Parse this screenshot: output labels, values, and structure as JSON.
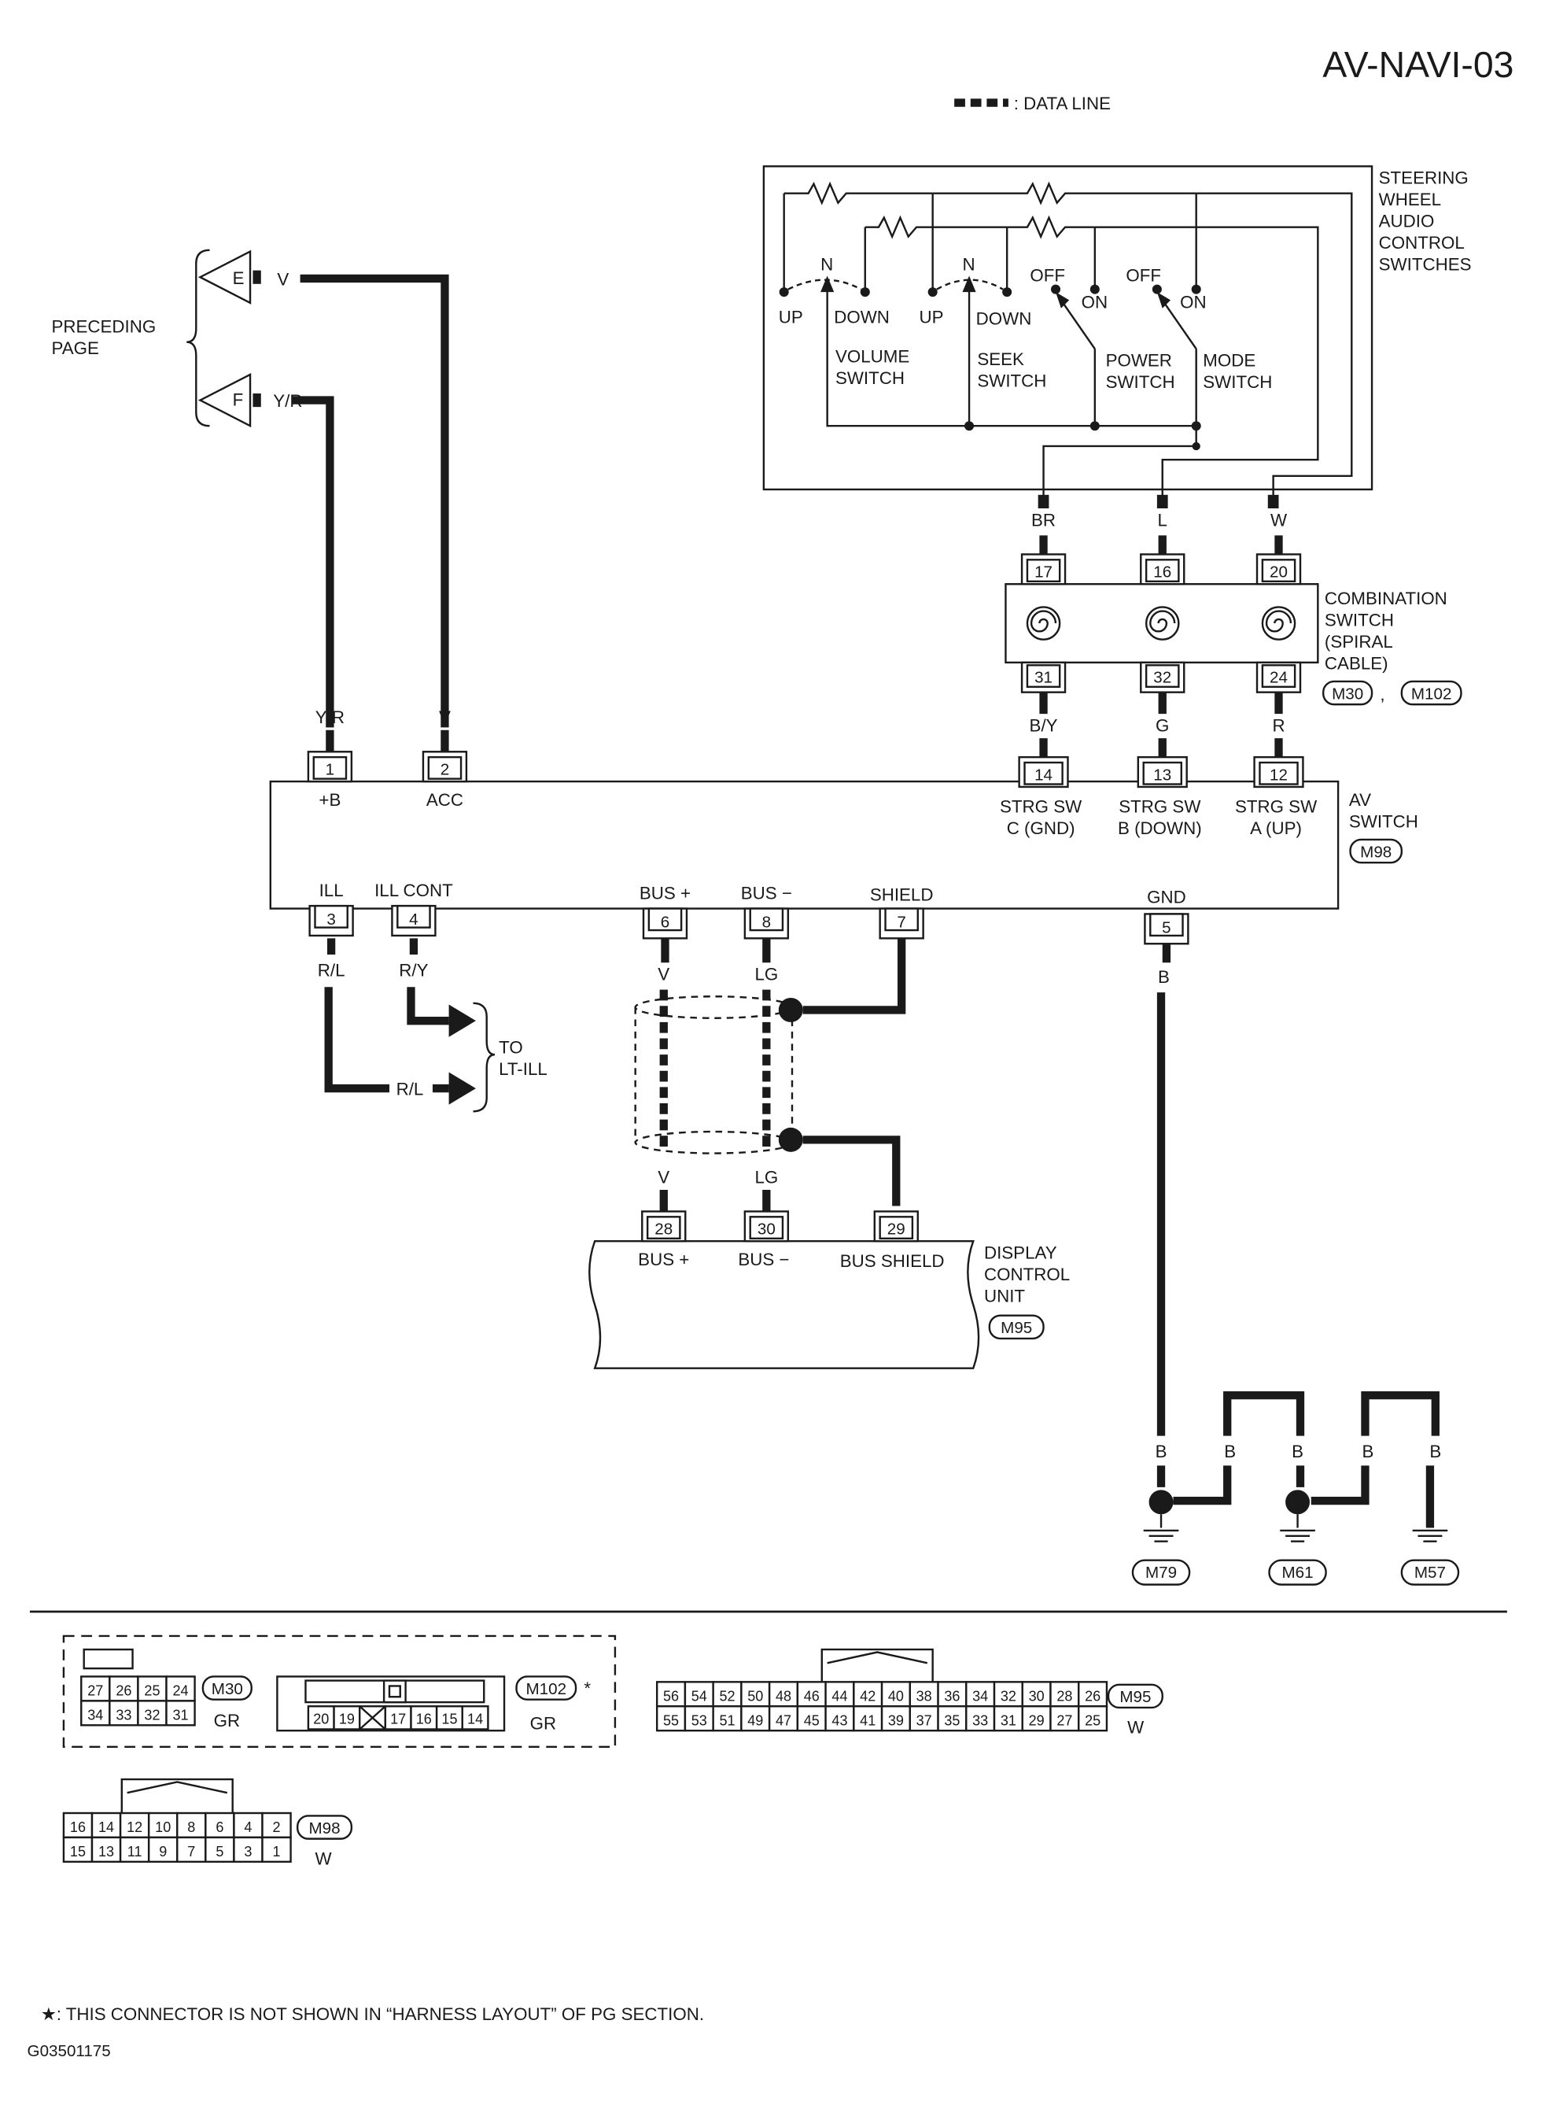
{
  "title": "AV-NAVI-03",
  "legend": {
    "data_line": ": DATA LINE"
  },
  "preceding_page": {
    "label": [
      "PRECEDING",
      "PAGE"
    ],
    "connectors": [
      {
        "letter": "E",
        "color": "V"
      },
      {
        "letter": "F",
        "color": "Y/R"
      }
    ]
  },
  "steering_switch": {
    "title": [
      "STEERING",
      "WHEEL",
      "AUDIO",
      "CONTROL",
      "SWITCHES"
    ],
    "volume": {
      "up": "UP",
      "n": "N",
      "down": "DOWN",
      "name": [
        "VOLUME",
        "SWITCH"
      ]
    },
    "seek": {
      "up": "UP",
      "n": "N",
      "down": "DOWN",
      "name": [
        "SEEK",
        "SWITCH"
      ]
    },
    "power": {
      "off": "OFF",
      "on": "ON",
      "name": [
        "POWER",
        "SWITCH"
      ]
    },
    "mode": {
      "off": "OFF",
      "on": "ON",
      "name": [
        "MODE",
        "SWITCH"
      ]
    },
    "out_colors": [
      "BR",
      "L",
      "W"
    ]
  },
  "spiral_cable": {
    "name": [
      "COMBINATION",
      "SWITCH",
      "(SPIRAL",
      "CABLE)"
    ],
    "connectors": [
      "M30",
      "M102"
    ],
    "comma": ",",
    "top_pins": [
      "17",
      "16",
      "20"
    ],
    "bottom_pins": [
      "31",
      "32",
      "24"
    ],
    "bottom_colors": [
      "B/Y",
      "G",
      "R"
    ]
  },
  "av_switch": {
    "name": [
      "AV",
      "SWITCH"
    ],
    "connector": "M98",
    "top_pins": [
      {
        "color": "Y/R",
        "pin": "1",
        "label": [
          "+B"
        ]
      },
      {
        "color": "V",
        "pin": "2",
        "label": [
          "ACC"
        ]
      },
      {
        "pin": "14",
        "label": [
          "STRG SW",
          "C (GND)"
        ]
      },
      {
        "pin": "13",
        "label": [
          "STRG SW",
          "B (DOWN)"
        ]
      },
      {
        "pin": "12",
        "label": [
          "STRG SW",
          "A (UP)"
        ]
      }
    ],
    "bottom_pins": [
      {
        "label": "ILL",
        "pin": "3",
        "color": "R/L"
      },
      {
        "label": "ILL CONT",
        "pin": "4",
        "color": "R/Y"
      },
      {
        "label": "BUS +",
        "pin": "6",
        "color": "V"
      },
      {
        "label": "BUS −",
        "pin": "8",
        "color": "LG"
      },
      {
        "label": "SHIELD",
        "pin": "7"
      },
      {
        "label": "GND",
        "pin": "5",
        "color": "B"
      }
    ]
  },
  "to_lt_ill": {
    "label": [
      "TO",
      "LT-ILL"
    ],
    "color": "R/L"
  },
  "display_unit": {
    "name": [
      "DISPLAY",
      "CONTROL",
      "UNIT"
    ],
    "connector": "M95",
    "colors": [
      "V",
      "LG"
    ],
    "pins": [
      {
        "pin": "28",
        "label": "BUS +"
      },
      {
        "pin": "30",
        "label": "BUS −"
      },
      {
        "pin": "29",
        "label": "BUS SHIELD"
      }
    ]
  },
  "grounds": {
    "wire_colors": [
      "B",
      "B",
      "B",
      "B",
      "B"
    ],
    "points": [
      "M79",
      "M61",
      "M57"
    ]
  },
  "connector_faces": {
    "m30": {
      "name": "M30",
      "color": "GR",
      "row1": [
        "27",
        "26",
        "25",
        "24"
      ],
      "row2": [
        "34",
        "33",
        "32",
        "31"
      ]
    },
    "m102": {
      "name": "M102",
      "color": "GR",
      "asterisk": "*",
      "row": [
        "20",
        "19",
        "",
        "17",
        "16",
        "15",
        "14"
      ]
    },
    "m95": {
      "name": "M95",
      "color": "W",
      "row1": [
        "56",
        "54",
        "52",
        "50",
        "48",
        "46",
        "44",
        "42",
        "40",
        "38",
        "36",
        "34",
        "32",
        "30",
        "28",
        "26"
      ],
      "row2": [
        "55",
        "53",
        "51",
        "49",
        "47",
        "45",
        "43",
        "41",
        "39",
        "37",
        "35",
        "33",
        "31",
        "29",
        "27",
        "25"
      ]
    },
    "m98": {
      "name": "M98",
      "color": "W",
      "row1": [
        "16",
        "14",
        "12",
        "10",
        "8",
        "6",
        "4",
        "2"
      ],
      "row2": [
        "15",
        "13",
        "11",
        "9",
        "7",
        "5",
        "3",
        "1"
      ]
    }
  },
  "footnote": "★: THIS CONNECTOR IS NOT SHOWN IN “HARNESS LAYOUT” OF PG SECTION.",
  "figure_id": "G03501175"
}
